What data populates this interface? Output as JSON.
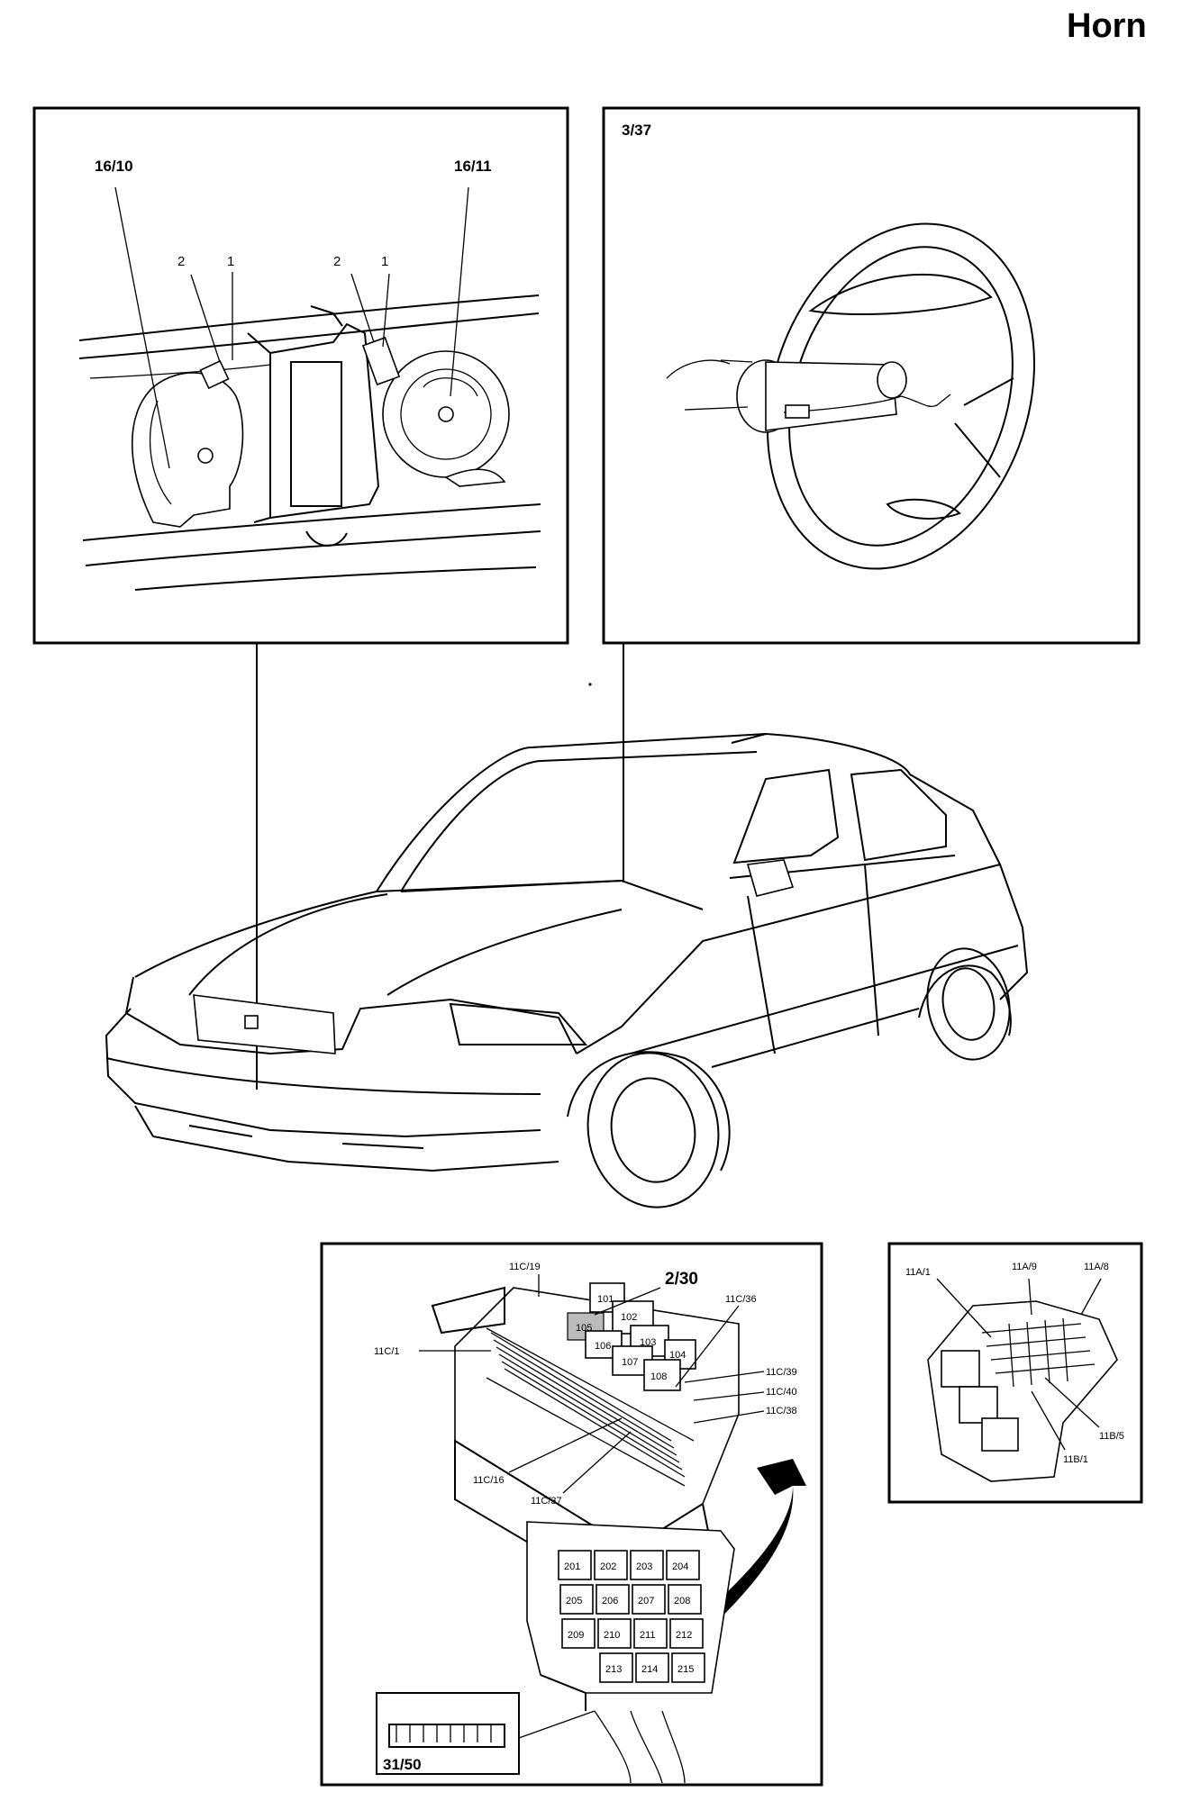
{
  "page_title": "Horn",
  "horns_panel": {
    "left_horn_label": "16/10",
    "right_horn_label": "16/11",
    "left_terminal_2": "2",
    "left_terminal_1": "1",
    "right_terminal_2": "2",
    "right_terminal_1": "1"
  },
  "steering_panel": {
    "label": "3/37"
  },
  "fusebox_panel": {
    "title": "2/30",
    "callouts": [
      "11C/19",
      "11C/36",
      "11C/1",
      "11C/39",
      "11C/40",
      "11C/38",
      "11C/16",
      "11C/37"
    ],
    "relays_top": [
      "101",
      "102",
      "105",
      "106",
      "103",
      "107",
      "104",
      "108"
    ],
    "relays_bottom": [
      "201",
      "202",
      "203",
      "204",
      "205",
      "206",
      "207",
      "208",
      "209",
      "210",
      "211",
      "212",
      "213",
      "214",
      "215"
    ],
    "connector_label": "31/50"
  },
  "relay_panel": {
    "callouts": [
      "11A/1",
      "11A/9",
      "11A/8",
      "11B/5",
      "11B/1"
    ]
  }
}
